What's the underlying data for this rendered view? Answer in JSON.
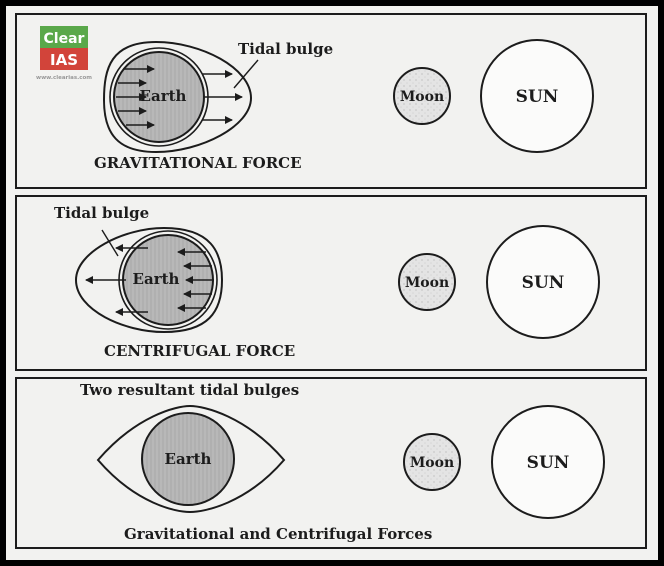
{
  "logo": {
    "line1": "Clear",
    "line2": "IAS",
    "url": "www.clearias.com"
  },
  "panels": [
    {
      "title": "GRAVITATIONAL FORCE",
      "bulge_label": "Tidal bulge",
      "earth_label": "Earth",
      "moon_label": "Moon",
      "sun_label": "SUN"
    },
    {
      "title": "CENTRIFUGAL FORCE",
      "bulge_label": "Tidal bulge",
      "earth_label": "Earth",
      "moon_label": "Moon",
      "sun_label": "SUN"
    },
    {
      "title": "Gravitational and Centrifugal Forces",
      "bulge_label": "Two resultant tidal bulges",
      "earth_label": "Earth",
      "moon_label": "Moon",
      "sun_label": "SUN"
    }
  ],
  "colors": {
    "background": "#f2f2f0",
    "earth_fill": "#b8b8b8",
    "moon_fill": "#e6e6e6",
    "line": "#1c1c1c",
    "logo_green": "#5aa84a",
    "logo_red": "#d2443a"
  }
}
